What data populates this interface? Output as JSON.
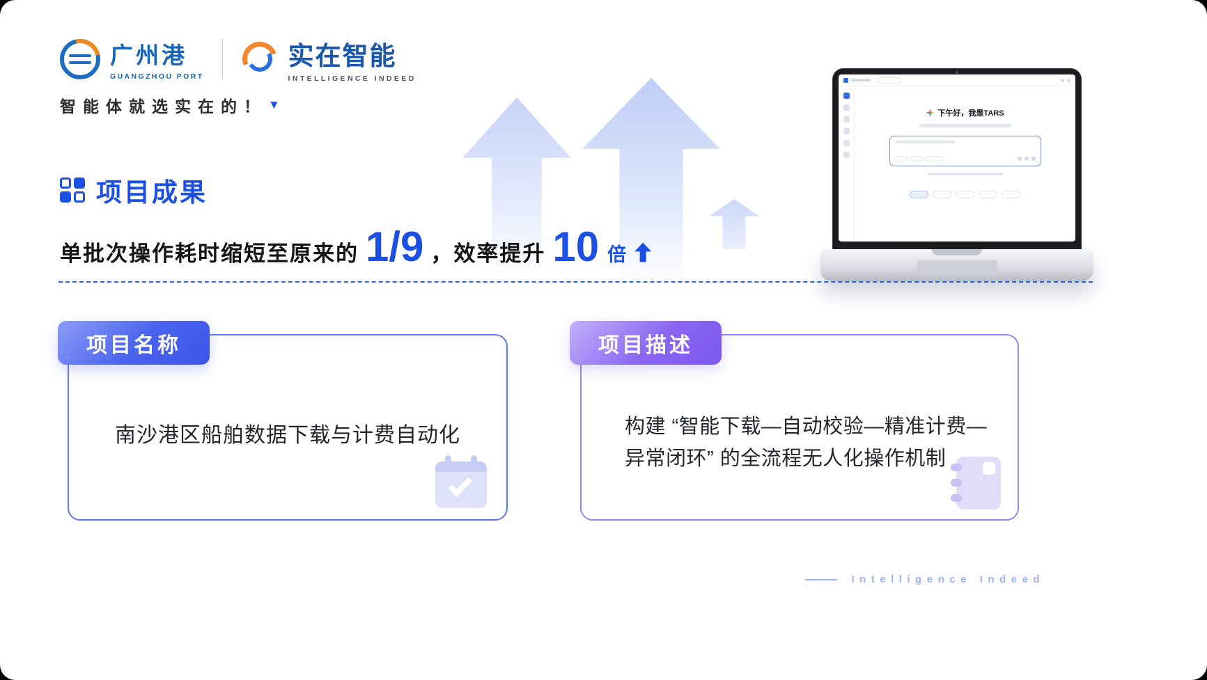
{
  "colors": {
    "accent_blue": "#1b50e2",
    "badge_blue": "#4a63ee",
    "badge_purple": "#8b67f2",
    "footer_blue": "#9db5ec"
  },
  "header": {
    "logo_guangzhou": {
      "title": "广州港",
      "subtitle": "GUANGZHOU PORT"
    },
    "logo_intelligence": {
      "title": "实在智能",
      "subtitle": "INTELLIGENCE INDEED"
    },
    "slogan": "智能体就选实在的！",
    "slogan_triangle": "▼"
  },
  "section": {
    "title": "项目成果"
  },
  "headline": {
    "prefix": "单批次操作耗时缩短至原来的",
    "fraction": "1/9",
    "middle": "，效率提升",
    "multiplier": "10",
    "unit": "倍"
  },
  "cards": {
    "name": {
      "badge": "项目名称",
      "content": "南沙港区船舶数据下载与计费自动化"
    },
    "desc": {
      "badge": "项目描述",
      "line1": "构建 “智能下载—自动校验—精准计费—",
      "line2": "异常闭环” 的全流程无人化操作机制"
    }
  },
  "laptop": {
    "greeting": "下午好，我是TARS"
  },
  "footer": {
    "brand": "Intelligence Indeed"
  }
}
